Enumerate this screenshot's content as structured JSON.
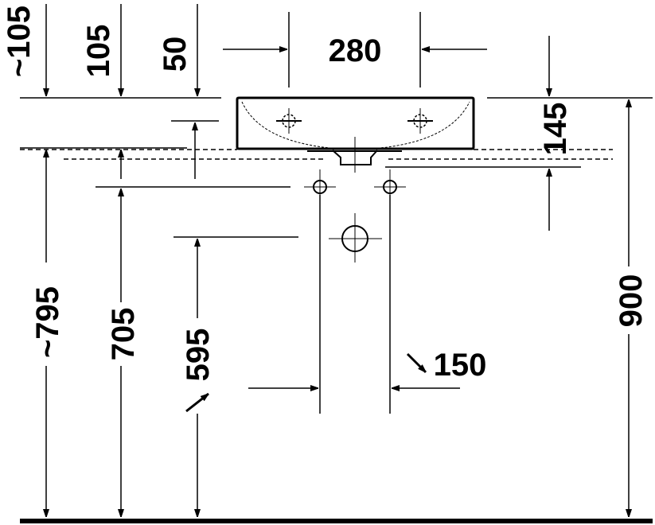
{
  "dimensions": {
    "top_left_approx": "~105",
    "top_105": "105",
    "top_50": "50",
    "width_280": "280",
    "depth_145": "145",
    "height_approx_795": "~795",
    "height_705": "705",
    "height_595": "595",
    "spacing_150": "150",
    "height_900": "900"
  },
  "colors": {
    "line": "#000000",
    "background": "#ffffff"
  }
}
